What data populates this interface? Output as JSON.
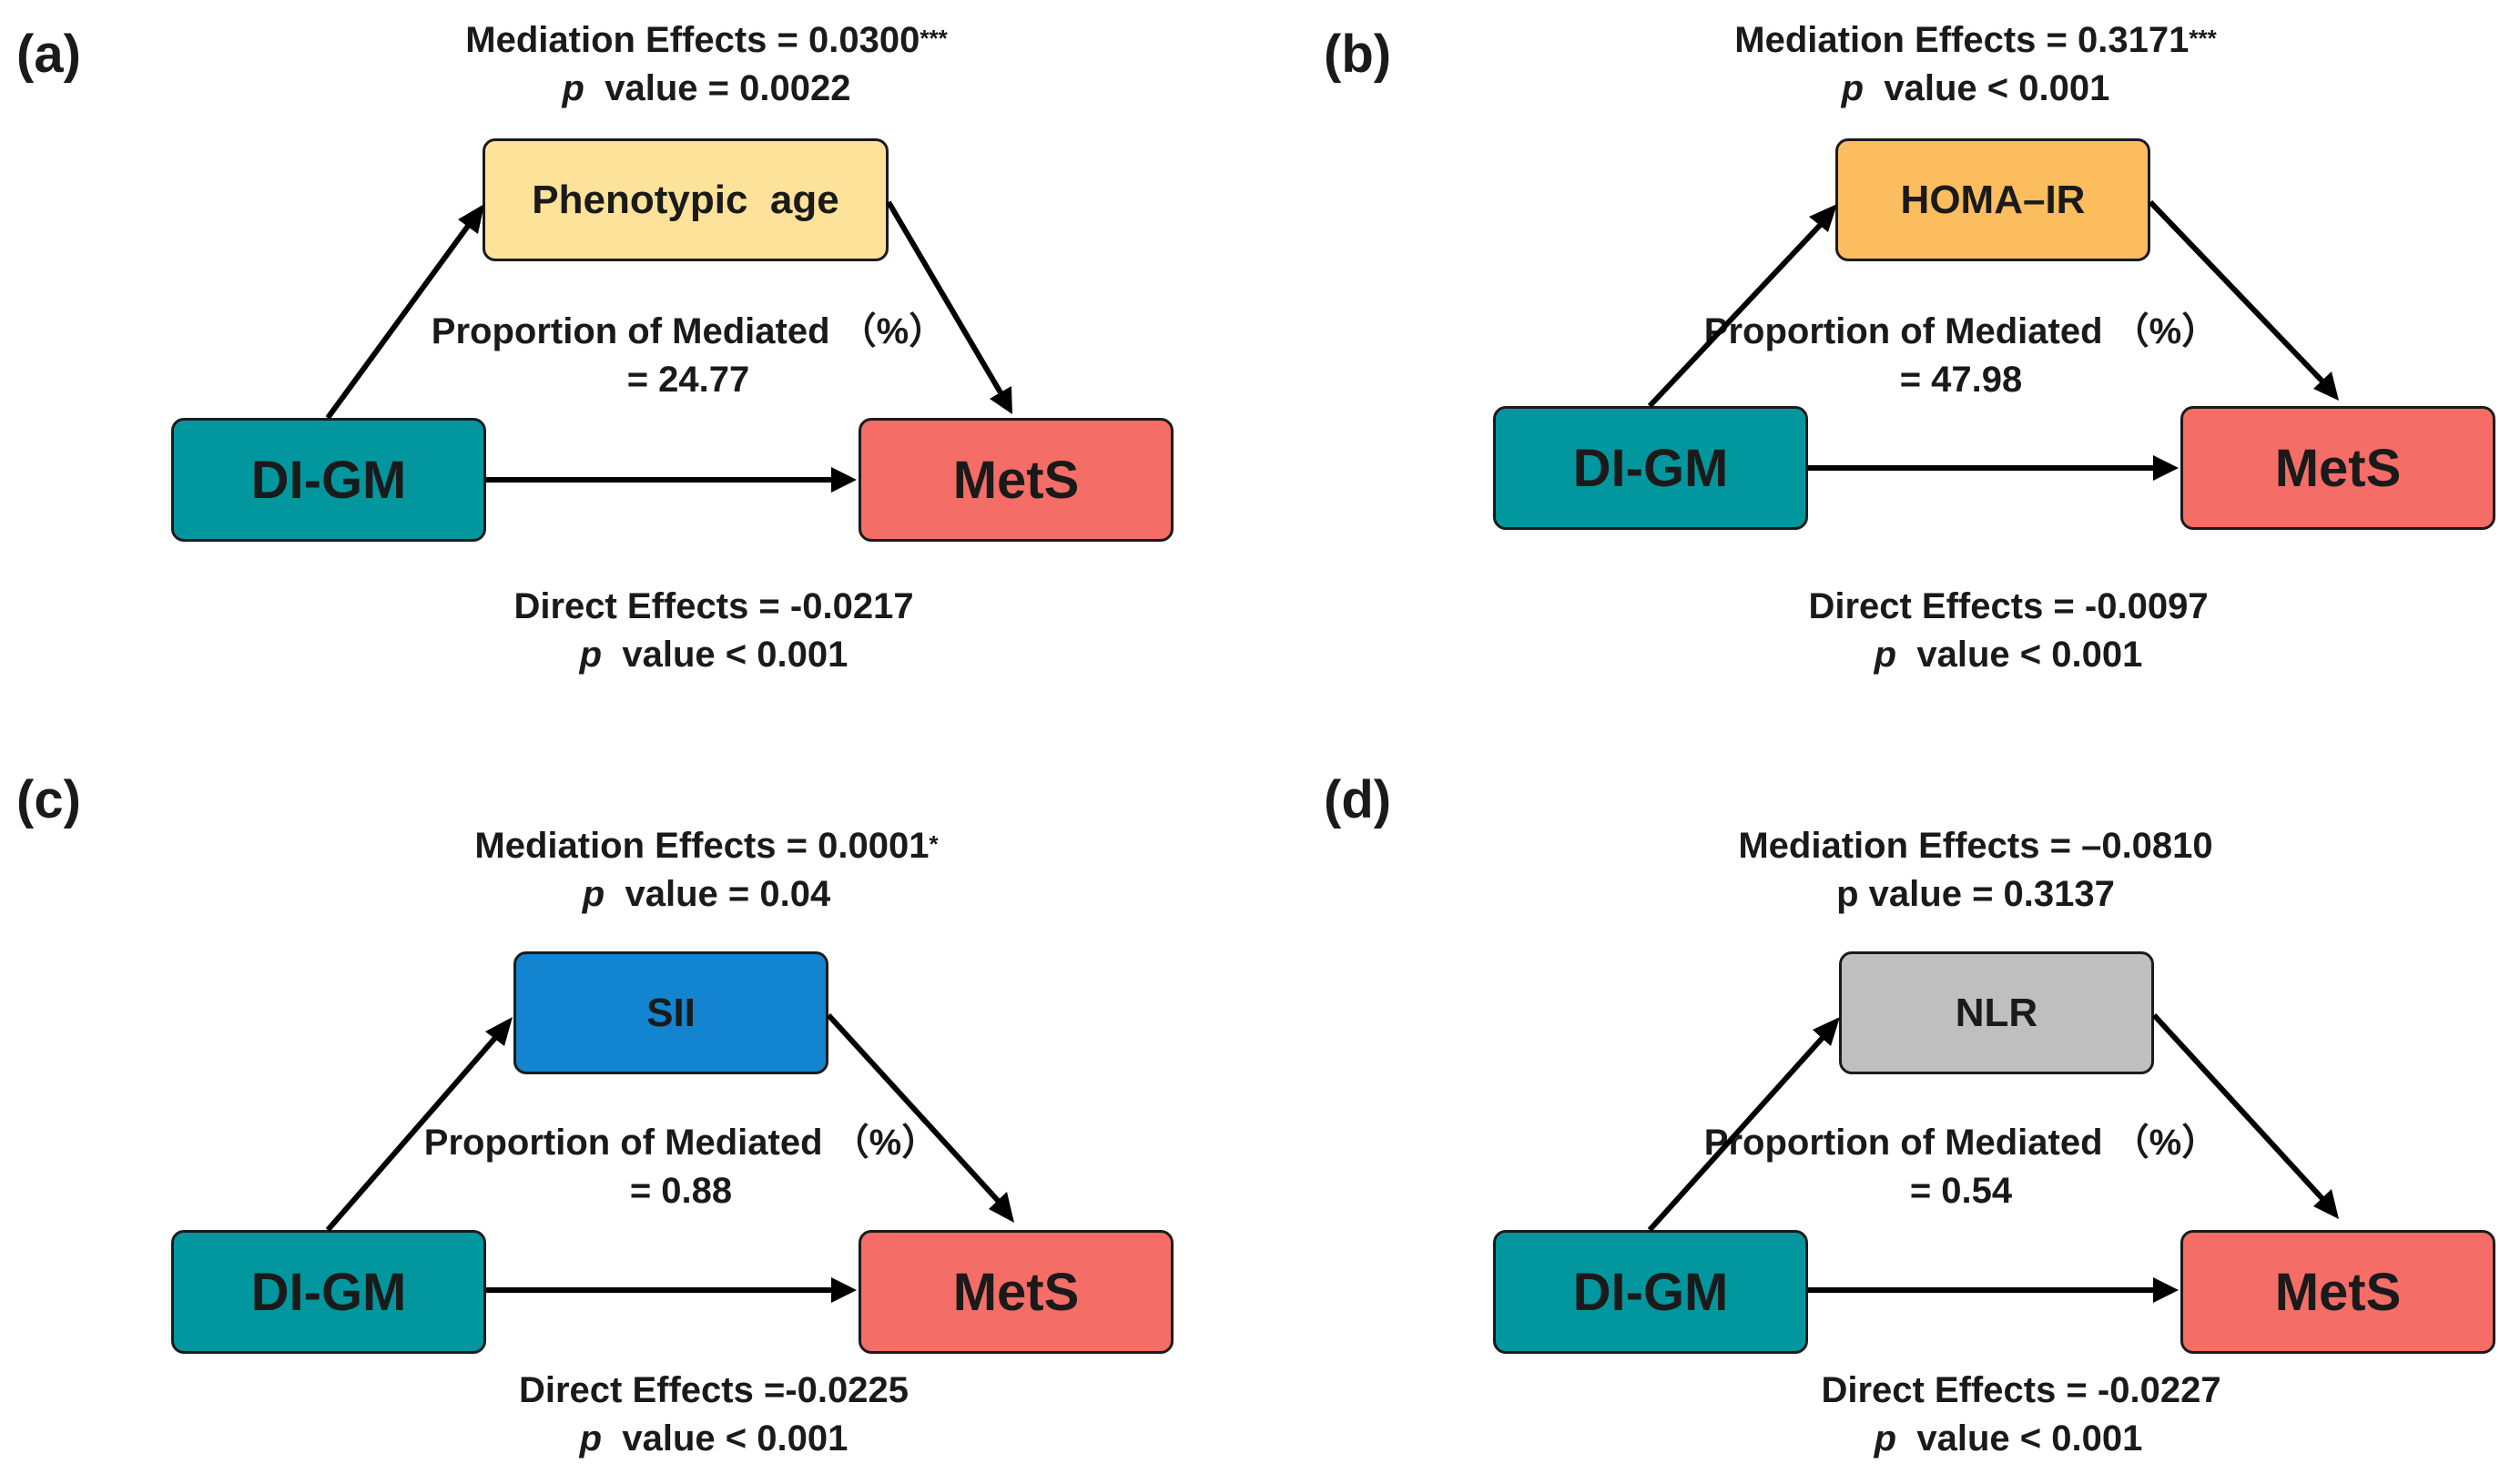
{
  "colors": {
    "exposure": "#02979f",
    "outcome": "#f56d67",
    "stroke": "#1b1b1b",
    "arrow": "#000000"
  },
  "panels": [
    {
      "label": "(a)",
      "mediation_effects": "Mediation Effects = 0.0300",
      "mediation_sig": "***",
      "mediation_p_prefix": "p",
      "mediation_p": "value = 0.0022",
      "mediator": {
        "label": "Phenotypic  age",
        "color": "#fde29a"
      },
      "exposure_label": "DI-GM",
      "outcome_label": "MetS",
      "proportion_label": "Proportion of Mediated （%）",
      "proportion_value": "= 24.77",
      "direct_effects": "Direct Effects = -0.0217",
      "direct_p_prefix": "p",
      "direct_p": "value < 0.001"
    },
    {
      "label": "(b)",
      "mediation_effects": "Mediation Effects = 0.3171",
      "mediation_sig": "***",
      "mediation_p_prefix": "p",
      "mediation_p": "value < 0.001",
      "mediator": {
        "label": "HOMA–IR",
        "color": "#fbbd5e"
      },
      "exposure_label": "DI-GM",
      "outcome_label": "MetS",
      "proportion_label": "Proportion of Mediated （%）",
      "proportion_value": "= 47.98",
      "direct_effects": "Direct Effects = -0.0097",
      "direct_p_prefix": "p",
      "direct_p": "value < 0.001"
    },
    {
      "label": "(c)",
      "mediation_effects": "Mediation Effects = 0.0001",
      "mediation_sig": "*",
      "mediation_p_prefix": "p",
      "mediation_p": "value = 0.04",
      "mediator": {
        "label": "SII",
        "color": "#1384cf"
      },
      "exposure_label": "DI-GM",
      "outcome_label": "MetS",
      "proportion_label": "Proportion of Mediated （%）",
      "proportion_value": "= 0.88",
      "direct_effects": "Direct Effects =-0.0225",
      "direct_p_prefix": "p",
      "direct_p": "value < 0.001"
    },
    {
      "label": "(d)",
      "mediation_effects": "Mediation Effects = –0.0810",
      "mediation_sig": "",
      "mediation_p_prefix": "",
      "mediation_p": "p value = 0.3137",
      "mediator": {
        "label": "NLR",
        "color": "#bfbfbf"
      },
      "exposure_label": "DI-GM",
      "outcome_label": "MetS",
      "proportion_label": "Proportion of Mediated （%）",
      "proportion_value": "= 0.54",
      "direct_effects": "Direct Effects = -0.0227",
      "direct_p_prefix": "p",
      "direct_p": "value < 0.001"
    }
  ]
}
